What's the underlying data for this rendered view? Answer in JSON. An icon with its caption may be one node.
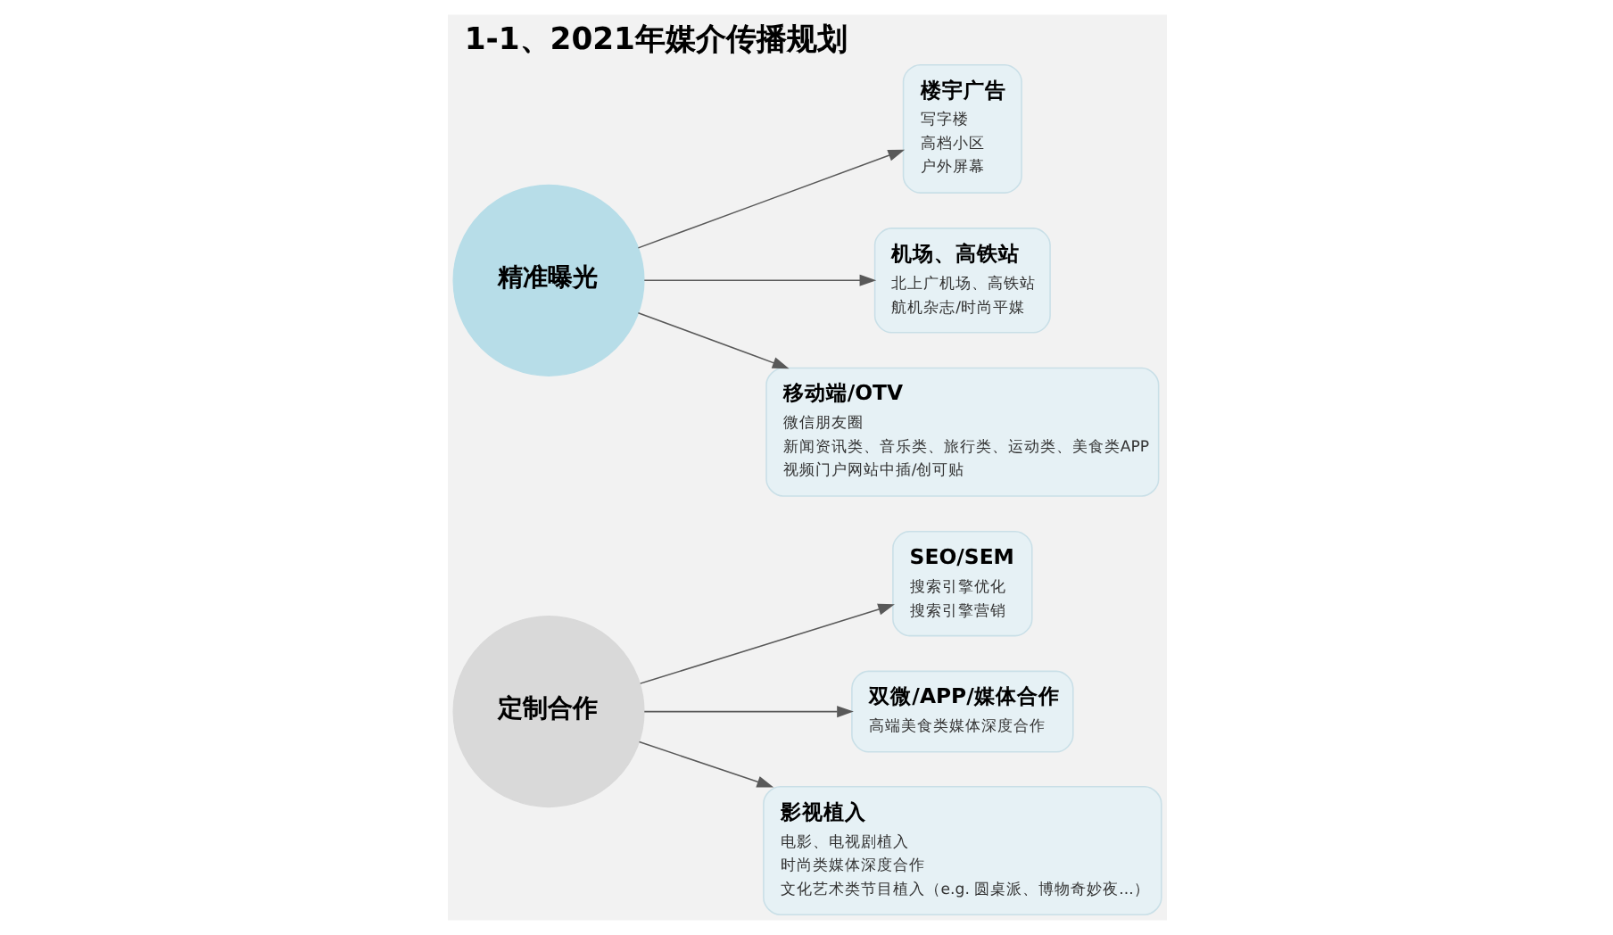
{
  "diagram": {
    "title": "1-1、2021年媒介传播规划",
    "nodes": [
      {
        "text": [
          "SEO/SEM",
          "搜索引擎优化",
          "搜索引擎营销"
        ]
      },
      {
        "text": [
          "精准曝光"
        ]
      },
      {
        "text": [
          "楼宇广告",
          "写字楼",
          "高档小区",
          "户外屏幕"
        ]
      },
      {
        "text": [
          "双微/APP/媒体合作",
          "高端美食类媒体深度合作"
        ]
      },
      {
        "text": [
          "定制合作"
        ]
      },
      {
        "text": [
          "机场、高铁站",
          "北上广机场、高铁站",
          "航机杂志/时尚平媒"
        ]
      },
      {
        "text": [
          "影视植入",
          "电影、电视剧植入",
          "时尚类媒体深度合作",
          "文化艺术类节目植入（e.g. 圆桌派、博物奇妙夜...）"
        ]
      },
      {
        "text": [
          "移动端/OTV",
          "微信朋友圈",
          "新闻资讯类、音乐类、旅行类、运动类、美食类APP",
          "视频门户网站中插/创可贴"
        ]
      }
    ],
    "edges": [
      {
        "from": 4,
        "to": 0,
        "arrow": "to"
      },
      {
        "from": 4,
        "to": 3,
        "arrow": "to"
      },
      {
        "from": 4,
        "to": 6,
        "arrow": "to"
      },
      {
        "from": 1,
        "to": 2,
        "arrow": "to"
      },
      {
        "from": 1,
        "to": 5,
        "arrow": "to"
      },
      {
        "from": 1,
        "to": 7,
        "arrow": "to"
      }
    ]
  }
}
